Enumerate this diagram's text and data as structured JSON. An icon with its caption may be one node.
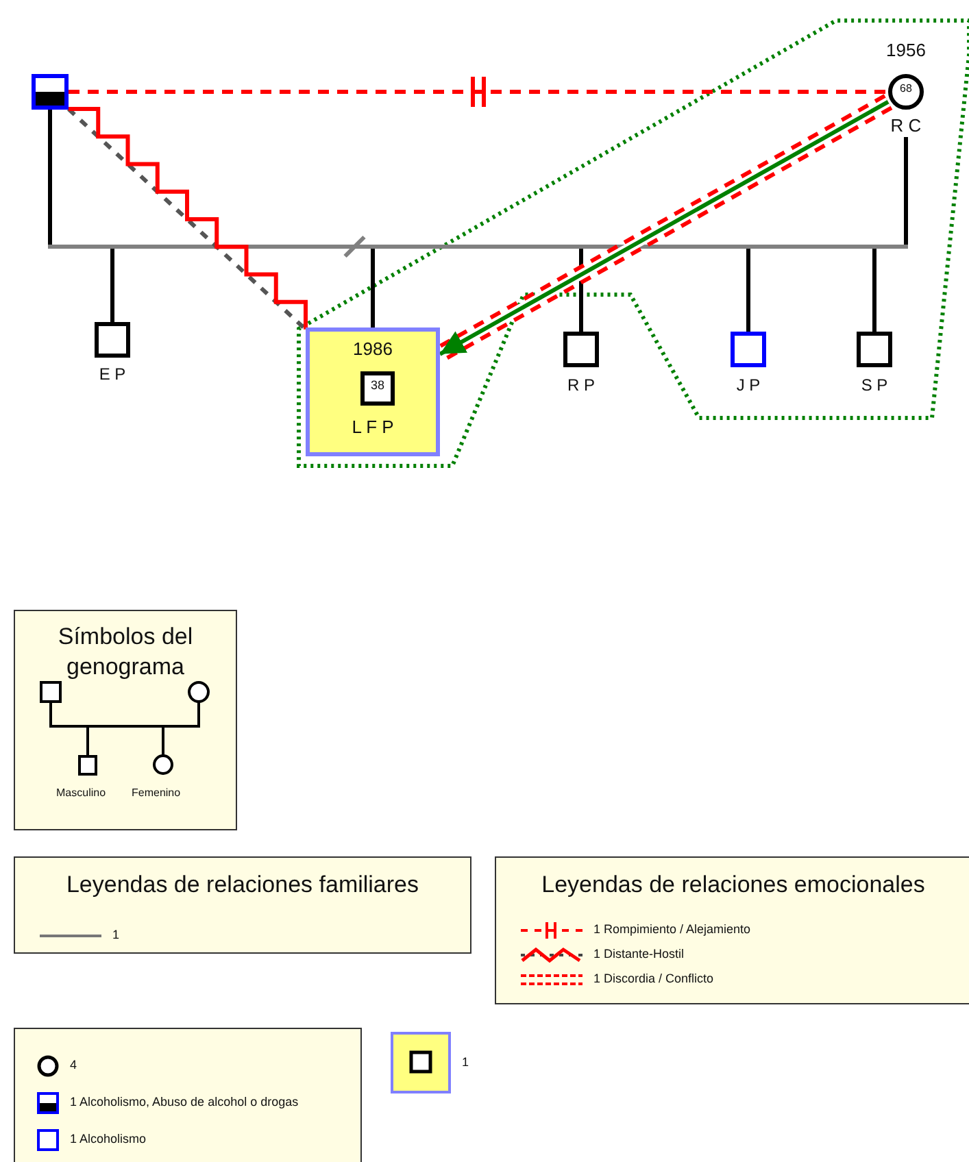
{
  "diagram": {
    "nodes": [
      {
        "text": [],
        "shape": "box"
      },
      {
        "text": [
          "68"
        ],
        "beside": [
          "1956",
          "R C"
        ]
      },
      {
        "text": [],
        "shape": "box",
        "beside": [
          "E P"
        ]
      },
      {
        "text": [
          "1986",
          "L F P"
        ]
      },
      {
        "text": [
          "38"
        ],
        "in": 3
      },
      {
        "text": [],
        "shape": "box",
        "beside": [
          "R P"
        ]
      },
      {
        "text": [],
        "shape": "box",
        "beside": [
          "J P"
        ]
      },
      {
        "text": [],
        "shape": "box",
        "beside": [
          "S P"
        ]
      }
    ],
    "edges": [
      {
        "from": 0,
        "to": 1,
        "arrow": "none",
        "color": "#808080"
      },
      {
        "from": 0,
        "to": 2,
        "arrow": "none"
      },
      {
        "from": 0,
        "to": 3,
        "arrow": "none"
      },
      {
        "from": 0,
        "to": 5,
        "arrow": "none"
      },
      {
        "from": 0,
        "to": 6,
        "arrow": "none"
      },
      {
        "from": 0,
        "to": 7,
        "arrow": "none"
      },
      {
        "from": 1,
        "to": 2,
        "arrow": "none"
      },
      {
        "from": 1,
        "to": 3,
        "arrow": "none"
      },
      {
        "from": 1,
        "to": 5,
        "arrow": "none"
      },
      {
        "from": 1,
        "to": 6,
        "arrow": "none"
      },
      {
        "from": 1,
        "to": 7,
        "arrow": "none"
      },
      {
        "from": 0,
        "to": 1,
        "arrow": "none",
        "style": "dashed",
        "color": "#ff0000"
      },
      {
        "from": 0,
        "to": 3,
        "arrow": "none",
        "color": "#ff0000"
      },
      {
        "from": 1,
        "to": 3,
        "arrow": "none",
        "style": "dashed",
        "color": "#ff0000"
      },
      {
        "from": 1,
        "to": 3,
        "arrow": "to",
        "color": "#008000"
      }
    ],
    "labels": [
      "Símbolos del genograma",
      "Masculino",
      "Femenino",
      "Leyendas de relaciones familiares",
      "Leyendas de relaciones emocionales"
    ],
    "legend": [
      {
        "text": "1"
      },
      {
        "text": "1 Rompimiento / Alejamiento"
      },
      {
        "text": "1 Distante-Hostil"
      },
      {
        "text": "1 Discordia / Conflicto"
      },
      {
        "text": "4"
      },
      {
        "text": "1 Alcoholismo, Abuso de alcohol o drogas"
      },
      {
        "text": "1 Alcoholismo"
      },
      {
        "text": "1"
      }
    ]
  }
}
